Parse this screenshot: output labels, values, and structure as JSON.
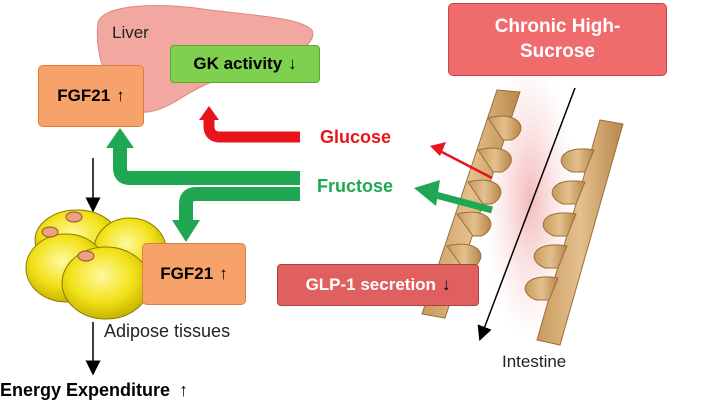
{
  "liver": {
    "label": "Liver"
  },
  "gk": {
    "label": "GK activity",
    "arrow": "↓",
    "color": "#7ed04e"
  },
  "fgf21_liver": {
    "label": "FGF21",
    "arrow": "↑",
    "color": "#f7a26a"
  },
  "fgf21_adipose": {
    "label": "FGF21",
    "arrow": "↑",
    "color": "#f7a26a"
  },
  "sucrose": {
    "label": "Chronic High-Sucrose",
    "color": "#f06b6b"
  },
  "glucose": {
    "label": "Glucose",
    "color": "#e8141c"
  },
  "fructose": {
    "label": "Fructose",
    "color": "#1fa851"
  },
  "glp1": {
    "label": "GLP-1 secretion",
    "arrow": "↓",
    "color": "#e06060"
  },
  "adipose": {
    "label": "Adipose tissues"
  },
  "energy": {
    "label": "Energy Expenditure",
    "arrow": "↑"
  },
  "intestine": {
    "label": "Intestine"
  }
}
